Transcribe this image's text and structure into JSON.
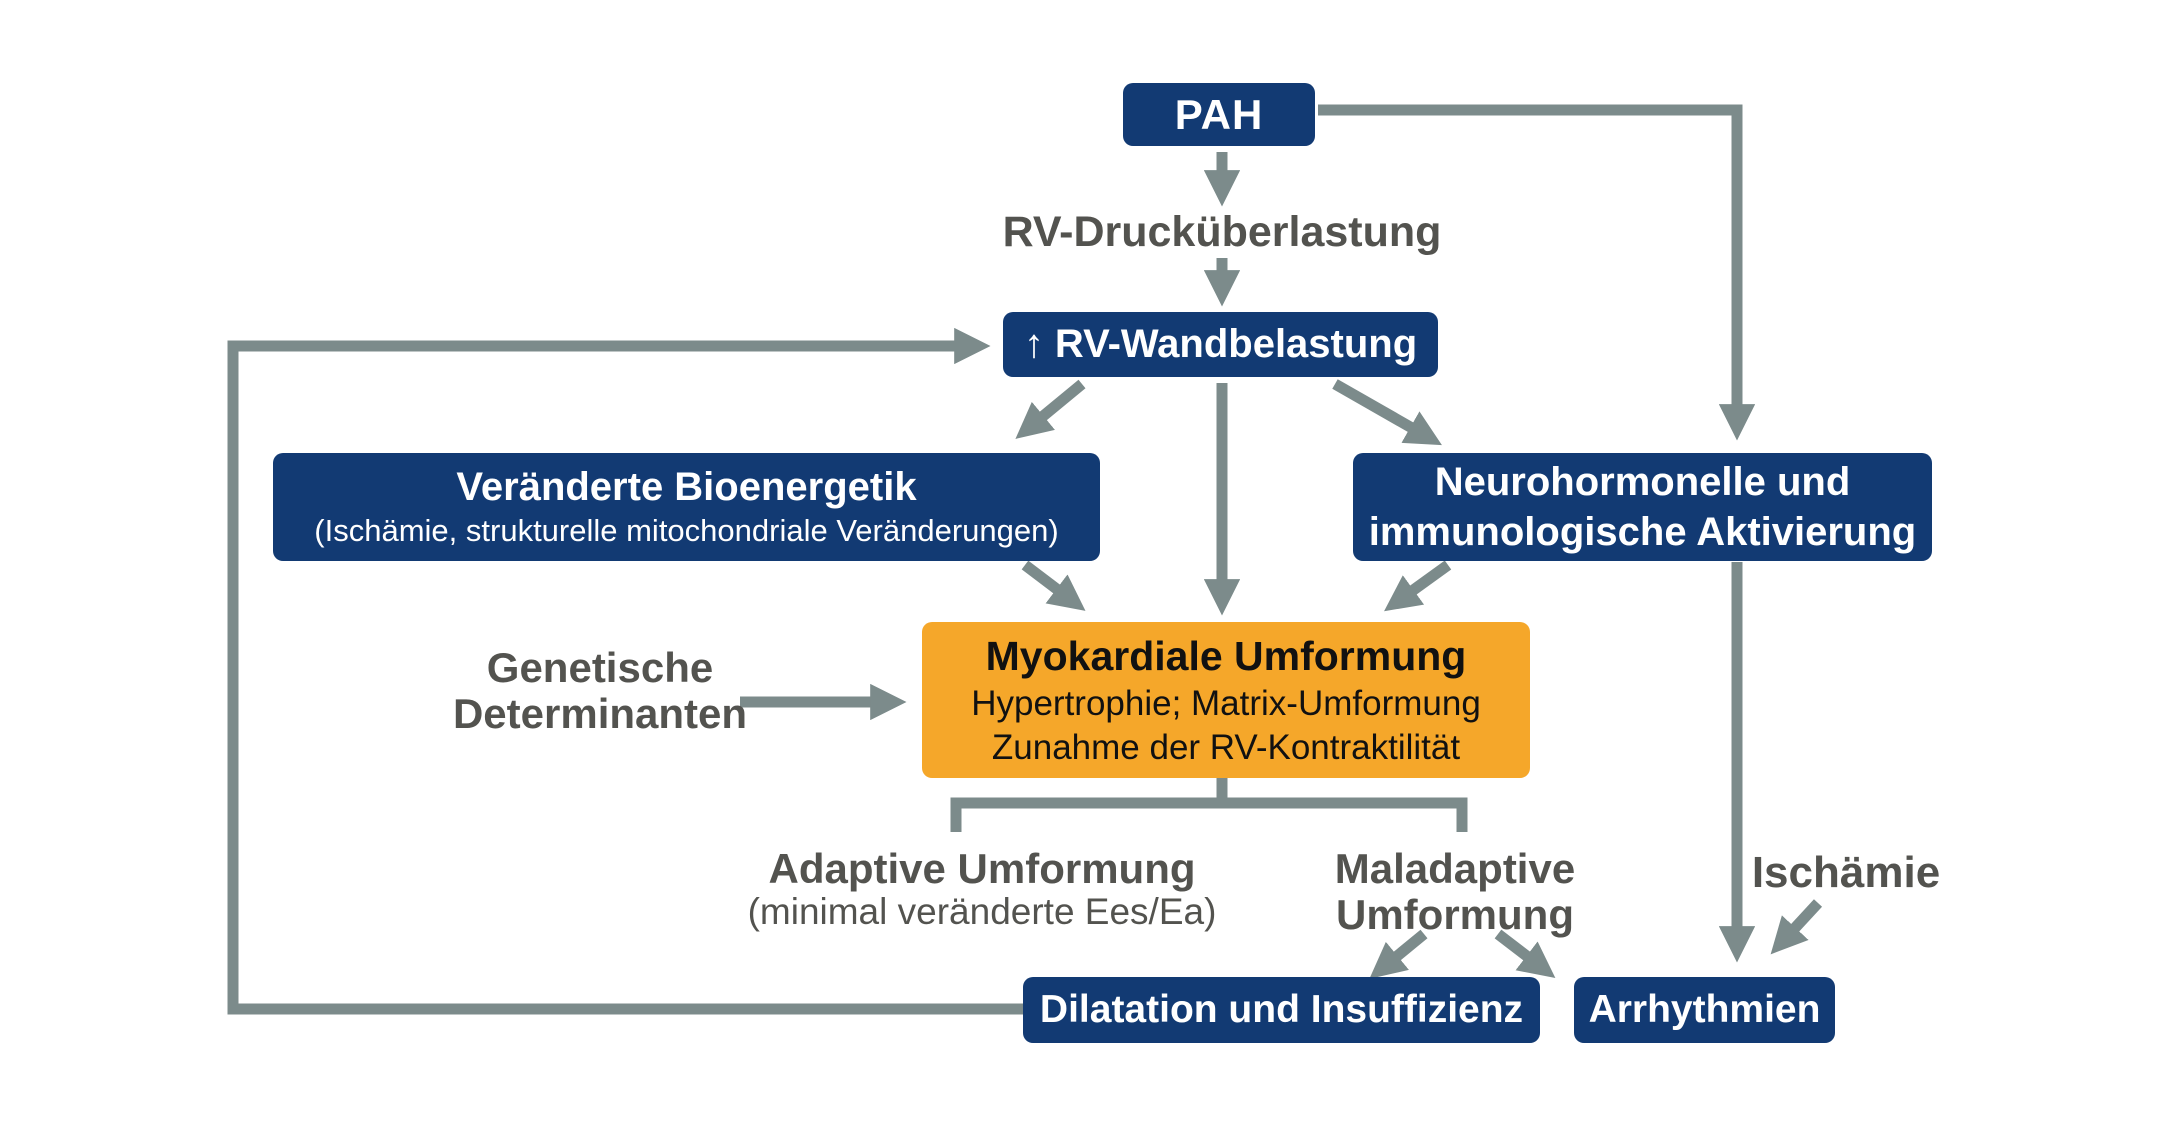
{
  "palette": {
    "navy": "#123A73",
    "orange": "#F5A72A",
    "line": "#7C8B8B",
    "label": "#53534F",
    "boxtext": "#FFFFFF",
    "orangetext": "#111111"
  },
  "diagram": {
    "nodes": {
      "pah": {
        "label": "PAH"
      },
      "rv_druck": {
        "label": "RV-Drucküberlastung"
      },
      "rv_wand": {
        "label": "↑ RV-Wandbelastung"
      },
      "bioenergetik": {
        "title": "Veränderte Bioenergetik",
        "subtitle": "(Ischämie, strukturelle mitochondriale Veränderungen)"
      },
      "neurohormonell": {
        "line1": "Neurohormonelle und",
        "line2": "immunologische Aktivierung"
      },
      "genetisch": {
        "line1": "Genetische",
        "line2": "Determinanten"
      },
      "myokardial": {
        "title": "Myokardiale Umformung",
        "line2": "Hypertrophie; Matrix-Umformung",
        "line3": "Zunahme der RV-Kontraktilität"
      },
      "adaptiv": {
        "title": "Adaptive Umformung",
        "subtitle": "(minimal veränderte Ees/Ea)"
      },
      "maladaptiv": {
        "line1": "Maladaptive",
        "line2": "Umformung"
      },
      "ischaemie": {
        "label": "Ischämie"
      },
      "dilatation": {
        "label": "Dilatation und Insuffizienz"
      },
      "arrhythmien": {
        "label": "Arrhythmien"
      }
    }
  }
}
